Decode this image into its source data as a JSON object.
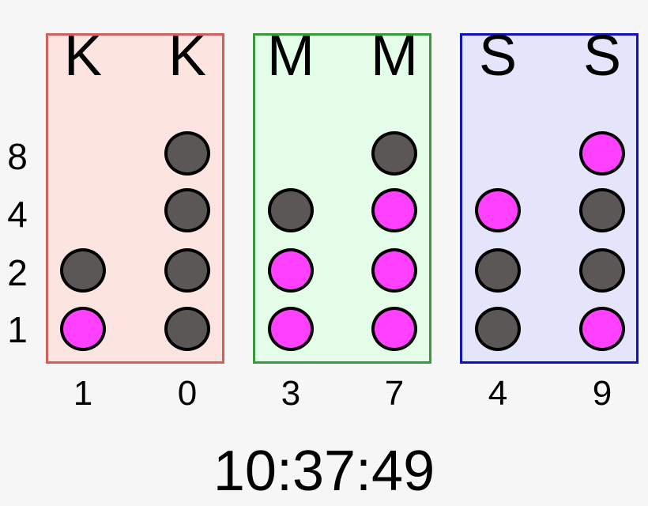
{
  "colors": {
    "on": "#ff40ff",
    "off": "#5c5757",
    "hours_border": "#d06060",
    "hours_bg": "#fce4e0",
    "minutes_border": "#3a9a3a",
    "minutes_bg": "#e4fde8",
    "seconds_border": "#1010c0",
    "seconds_bg": "#e4e4fb"
  },
  "row_labels": [
    "8",
    "4",
    "2",
    "1"
  ],
  "groups": [
    {
      "name": "hours",
      "letter": "K",
      "columns": [
        {
          "digit": "1",
          "bits": {
            "8": null,
            "4": null,
            "2": "off",
            "1": "on"
          }
        },
        {
          "digit": "0",
          "bits": {
            "8": "off",
            "4": "off",
            "2": "off",
            "1": "off"
          }
        }
      ]
    },
    {
      "name": "minutes",
      "letter": "M",
      "columns": [
        {
          "digit": "3",
          "bits": {
            "8": null,
            "4": "off",
            "2": "on",
            "1": "on"
          }
        },
        {
          "digit": "7",
          "bits": {
            "8": "off",
            "4": "on",
            "2": "on",
            "1": "on"
          }
        }
      ]
    },
    {
      "name": "seconds",
      "letter": "S",
      "columns": [
        {
          "digit": "4",
          "bits": {
            "8": null,
            "4": "on",
            "2": "off",
            "1": "off"
          }
        },
        {
          "digit": "9",
          "bits": {
            "8": "on",
            "4": "off",
            "2": "off",
            "1": "on"
          }
        }
      ]
    }
  ],
  "time": "10:37:49"
}
